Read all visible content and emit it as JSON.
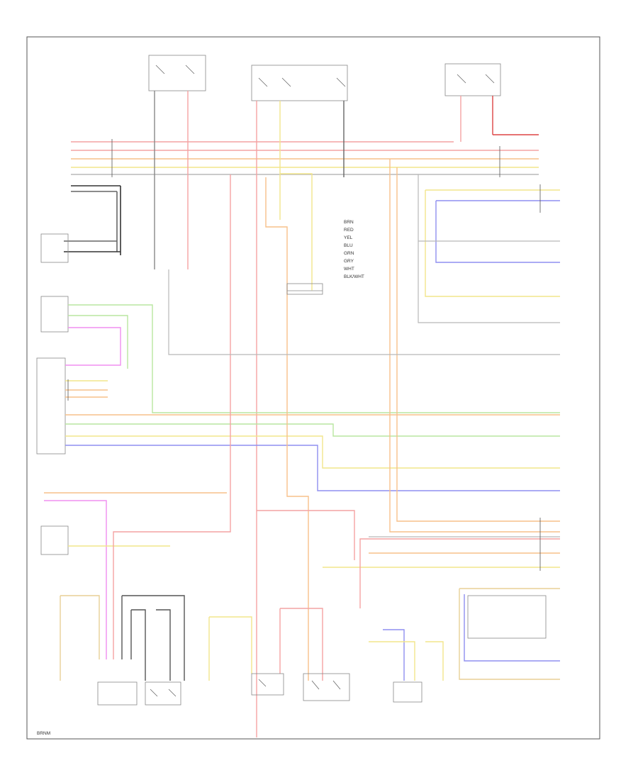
{
  "legend": {
    "items": [
      "BRN",
      "RED",
      "YEL",
      "BLU",
      "GRN",
      "GRY",
      "WHT",
      "BLK/WHT"
    ]
  },
  "footer": {
    "label": "BRNM"
  },
  "colors": {
    "red": "#f4a3a3",
    "orange": "#f7c08a",
    "yellow": "#f2e58c",
    "green": "#b8e6a0",
    "blue": "#8f8ff0",
    "magenta": "#f08ff0",
    "gray": "#b8b8b8",
    "dark": "#333333",
    "tan": "#e8cf96"
  }
}
